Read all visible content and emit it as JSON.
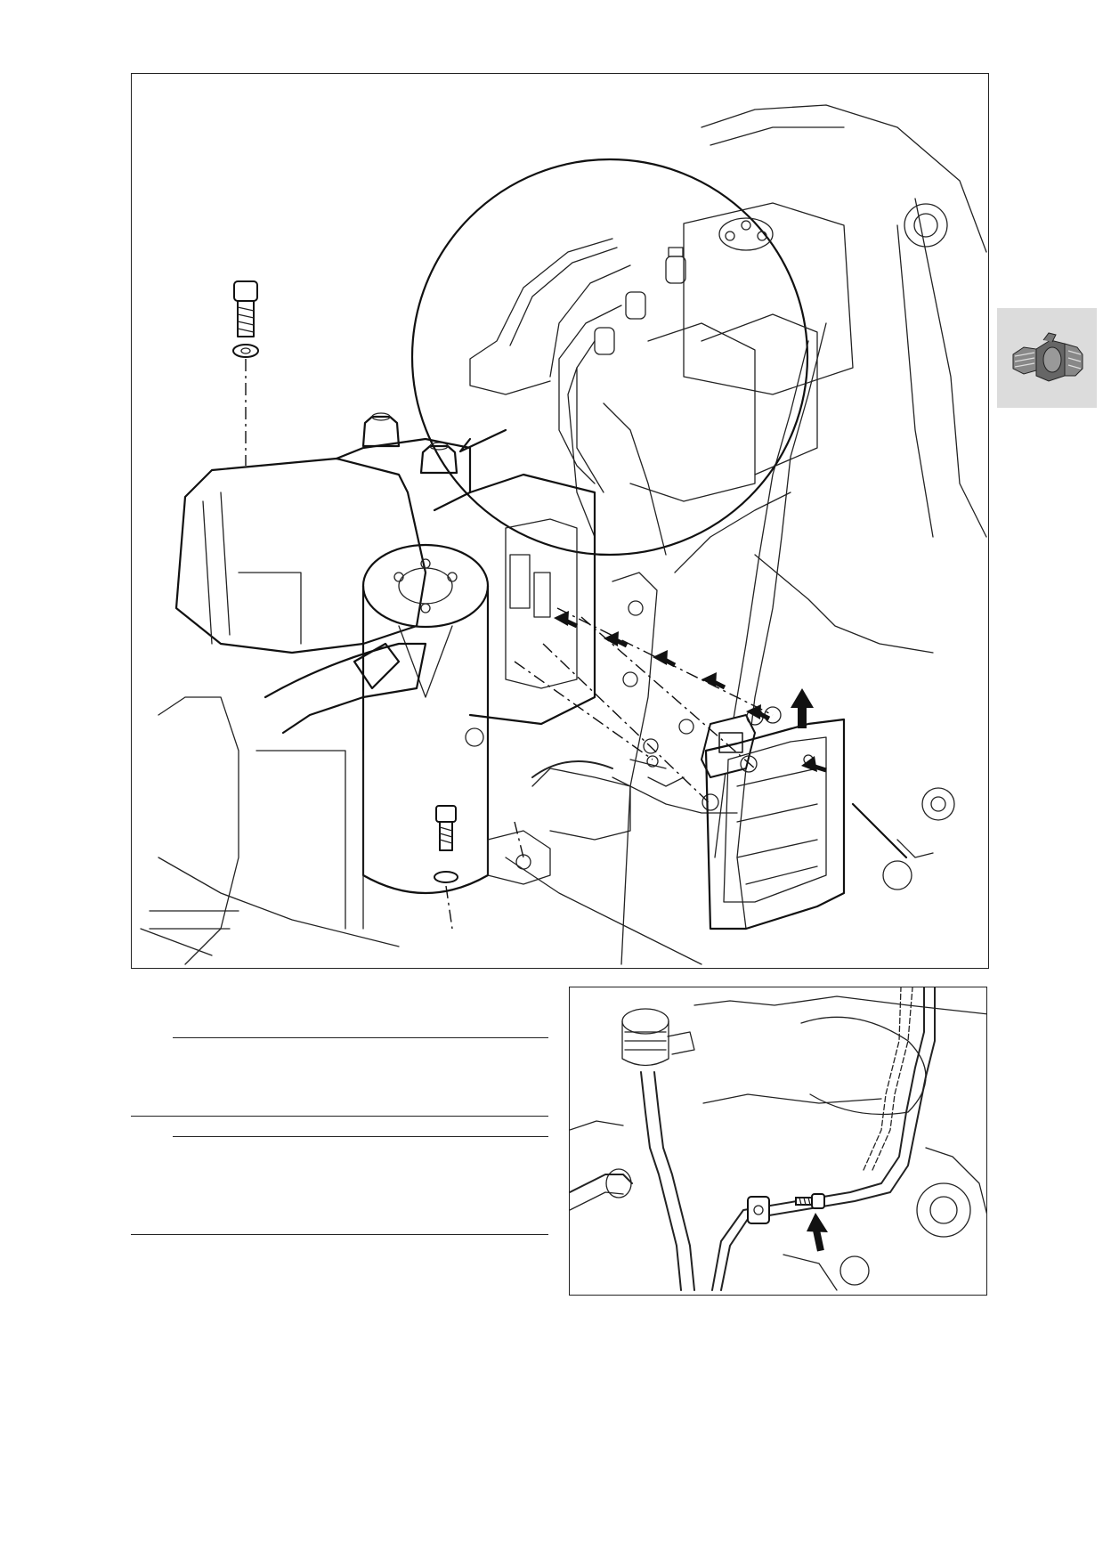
{
  "figures": {
    "main": {
      "icon": "abs-modulator-exploded-view"
    },
    "detail": {
      "icon": "abs-valve-block-detail"
    },
    "small": {
      "icon": "brake-line-clip-screw"
    }
  },
  "side_tab": {
    "icon": "engine-section-thumbnail"
  },
  "colors": {
    "line": "#111111",
    "tab": "#dcdcdc"
  }
}
